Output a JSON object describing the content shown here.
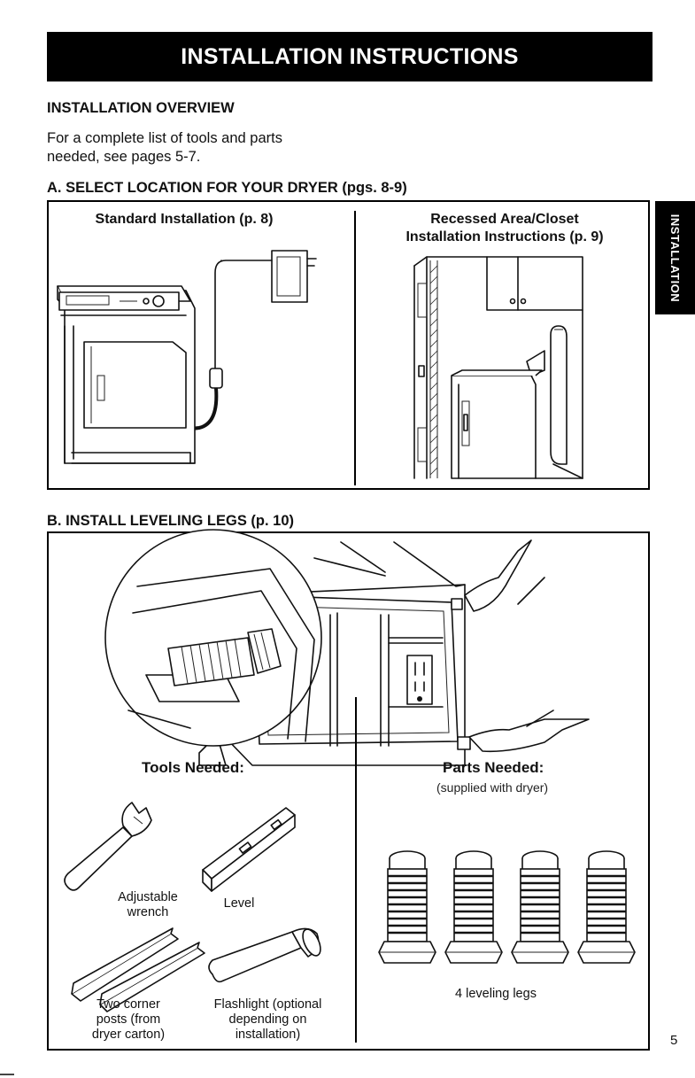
{
  "header": {
    "title": "INSTALLATION INSTRUCTIONS"
  },
  "overview": {
    "title": "INSTALLATION OVERVIEW",
    "text": "For a complete list of tools and parts needed, see pages 5-7."
  },
  "section_a": {
    "title": "A. SELECT LOCATION FOR YOUR DRYER (pgs. 8-9)",
    "standard_title": "Standard Installation (p. 8)",
    "recessed_title_line1": "Recessed Area/Closet",
    "recessed_title_line2": "Installation Instructions (p. 9)"
  },
  "section_b": {
    "title": "B. INSTALL LEVELING LEGS (p. 10)",
    "tools_title": "Tools Needed:",
    "parts_title": "Parts Needed:",
    "parts_subtitle": "(supplied with dryer)",
    "tools": {
      "wrench_line1": "Adjustable",
      "wrench_line2": "wrench",
      "level": "Level",
      "posts_line1": "Two corner",
      "posts_line2": "posts (from",
      "posts_line3": "dryer carton)",
      "flashlight_line1": "Flashlight (optional",
      "flashlight_line2": "depending on",
      "flashlight_line3": "installation)"
    },
    "parts": {
      "legs": "4 leveling legs"
    }
  },
  "side_tab": {
    "label": "INSTALLATION"
  },
  "page_number": "5"
}
